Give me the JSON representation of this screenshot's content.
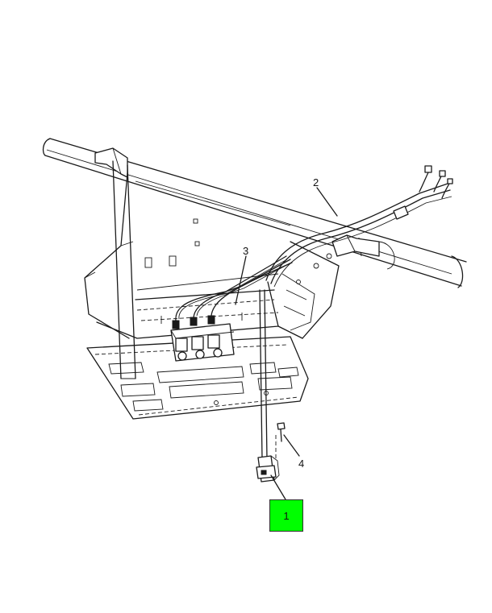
{
  "callouts": [
    {
      "id": "1",
      "label": "1",
      "highlighted": true
    },
    {
      "id": "2",
      "label": "2",
      "highlighted": false
    },
    {
      "id": "3",
      "label": "3",
      "highlighted": false
    },
    {
      "id": "4",
      "label": "4",
      "highlighted": false
    }
  ],
  "colors": {
    "highlight": "#00ff00",
    "line": "#1a1a1a",
    "background": "#ffffff"
  },
  "footer": {
    "left_code": "",
    "right_code": ""
  }
}
